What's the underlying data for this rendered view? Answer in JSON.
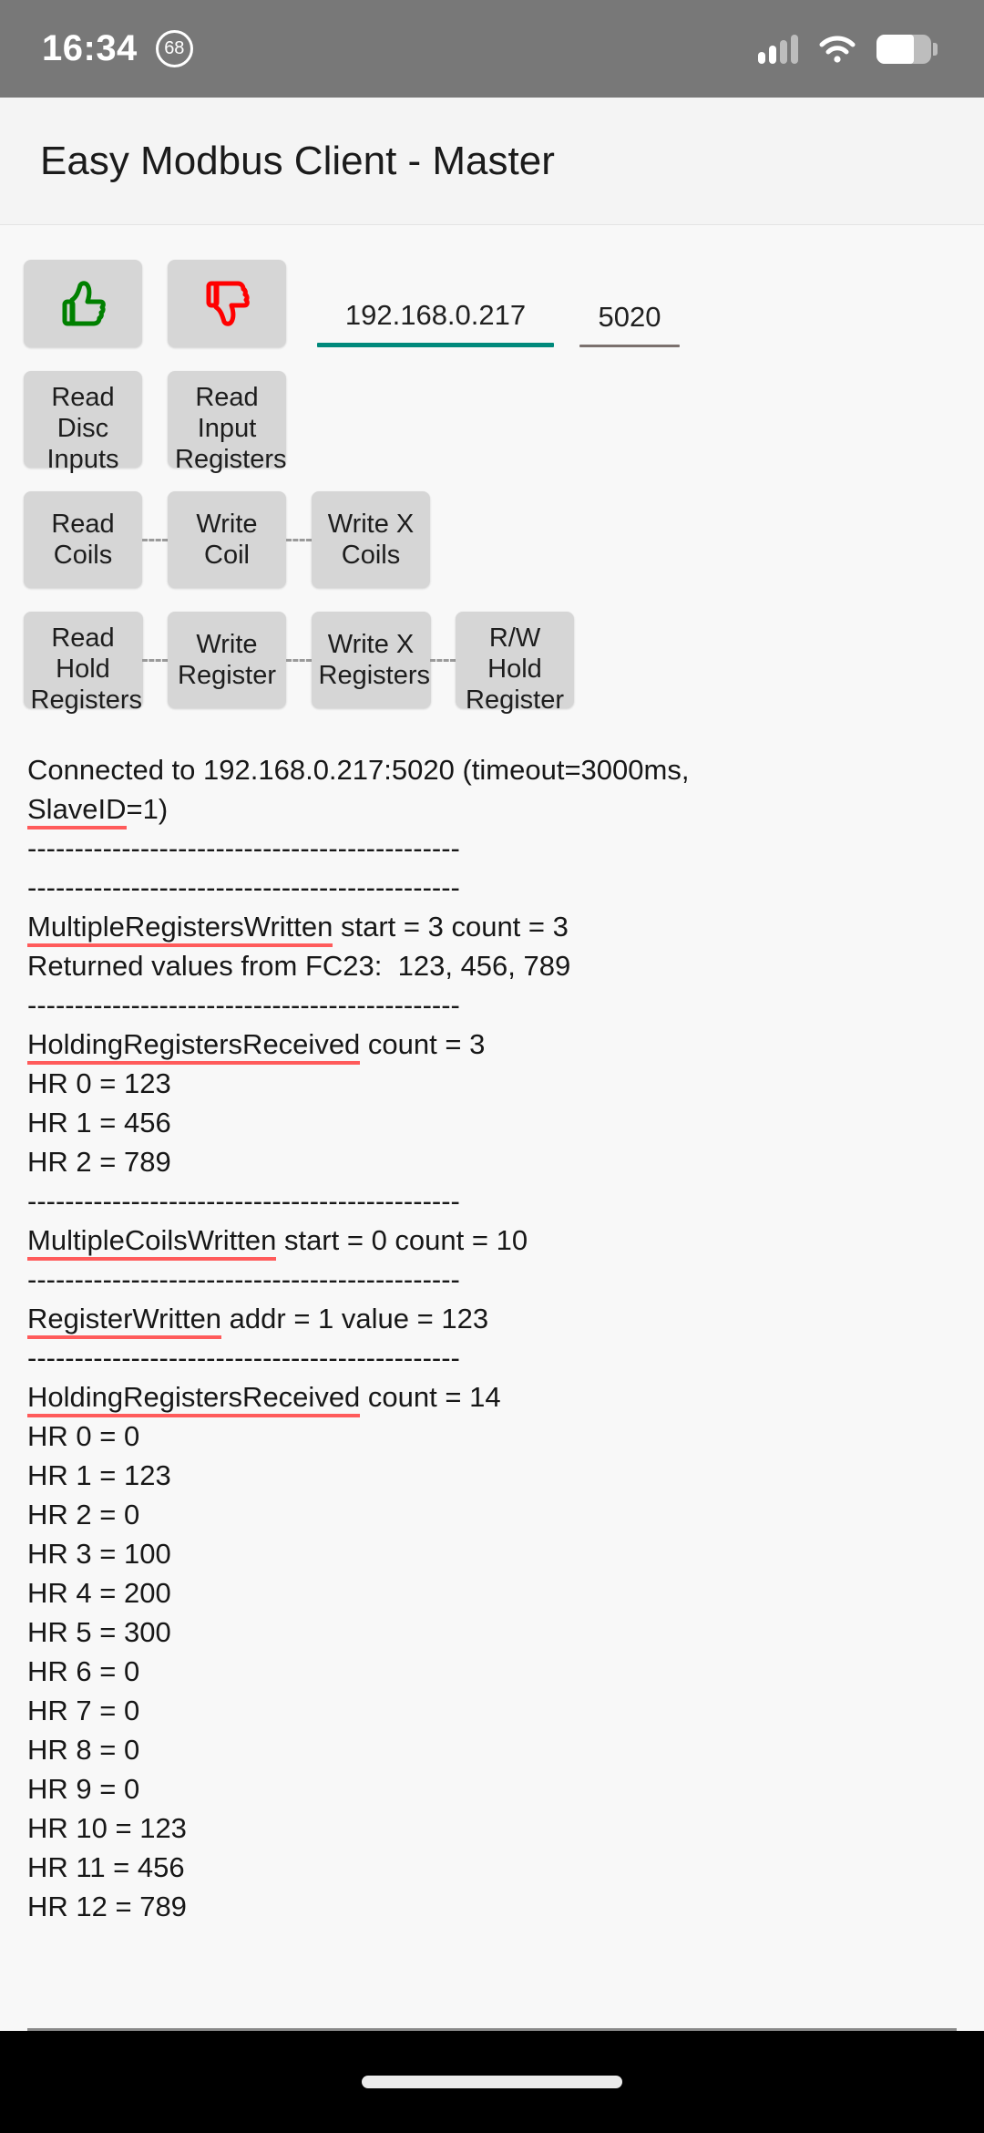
{
  "status_bar": {
    "time": "16:34",
    "battery_badge": "68",
    "icons": [
      "signal-bars-icon",
      "wifi-icon",
      "battery-icon"
    ],
    "background_color": "#787878"
  },
  "app_bar": {
    "title": "Easy Modbus Client - Master",
    "background_color": "#f4f4f4"
  },
  "connection": {
    "connect_button": {
      "icon": "thumbs-up-icon",
      "color": "#008000"
    },
    "disconnect_button": {
      "icon": "thumbs-down-icon",
      "color": "#ff0000"
    },
    "ip_field": {
      "value": "192.168.0.217",
      "underline_color": "#00897b"
    },
    "port_field": {
      "value": "5020",
      "underline_color": "#7b716e"
    }
  },
  "buttons": {
    "row2": [
      {
        "label": "Read Disc\nInputs"
      },
      {
        "label": "Read Input\nRegisters"
      }
    ],
    "row3": [
      {
        "label": "Read\nCoils"
      },
      {
        "label": "Write Coil"
      },
      {
        "label": "Write X\nCoils"
      }
    ],
    "row4": [
      {
        "label": "Read Hold\nRegisters"
      },
      {
        "label": "Write\nRegister"
      },
      {
        "label": "Write X\nRegisters"
      },
      {
        "label": "R/W Hold\nRegister"
      }
    ]
  },
  "log": {
    "lines": [
      {
        "text": "Connected to 192.168.0.217:5020 (timeout=3000ms, "
      },
      {
        "spell": "SlaveID",
        "text": "=1)"
      },
      {
        "text": "----------------------------------------------"
      },
      {
        "text": "----------------------------------------------"
      },
      {
        "spell": "MultipleRegistersWritten",
        "text": " start = 3 count = 3"
      },
      {
        "text": "Returned values from FC23:  123, 456, 789"
      },
      {
        "text": "----------------------------------------------"
      },
      {
        "spell": "HoldingRegistersReceived",
        "text": " count = 3"
      },
      {
        "text": "HR 0 = 123"
      },
      {
        "text": "HR 1 = 456"
      },
      {
        "text": "HR 2 = 789"
      },
      {
        "text": "----------------------------------------------"
      },
      {
        "spell": "MultipleCoilsWritten",
        "text": " start = 0 count = 10"
      },
      {
        "text": "----------------------------------------------"
      },
      {
        "spell": "RegisterWritten",
        "text": " addr = 1 value = 123"
      },
      {
        "text": "----------------------------------------------"
      },
      {
        "spell": "HoldingRegistersReceived",
        "text": " count = 14"
      },
      {
        "text": "HR 0 = 0"
      },
      {
        "text": "HR 1 = 123"
      },
      {
        "text": "HR 2 = 0"
      },
      {
        "text": "HR 3 = 100"
      },
      {
        "text": "HR 4 = 200"
      },
      {
        "text": "HR 5 = 300"
      },
      {
        "text": "HR 6 = 0"
      },
      {
        "text": "HR 7 = 0"
      },
      {
        "text": "HR 8 = 0"
      },
      {
        "text": "HR 9 = 0"
      },
      {
        "text": "HR 10 = 123"
      },
      {
        "text": "HR 11 = 456"
      },
      {
        "text": "HR 12 = 789"
      }
    ]
  },
  "nav_bar": {
    "home_indicator": "home-indicator"
  }
}
